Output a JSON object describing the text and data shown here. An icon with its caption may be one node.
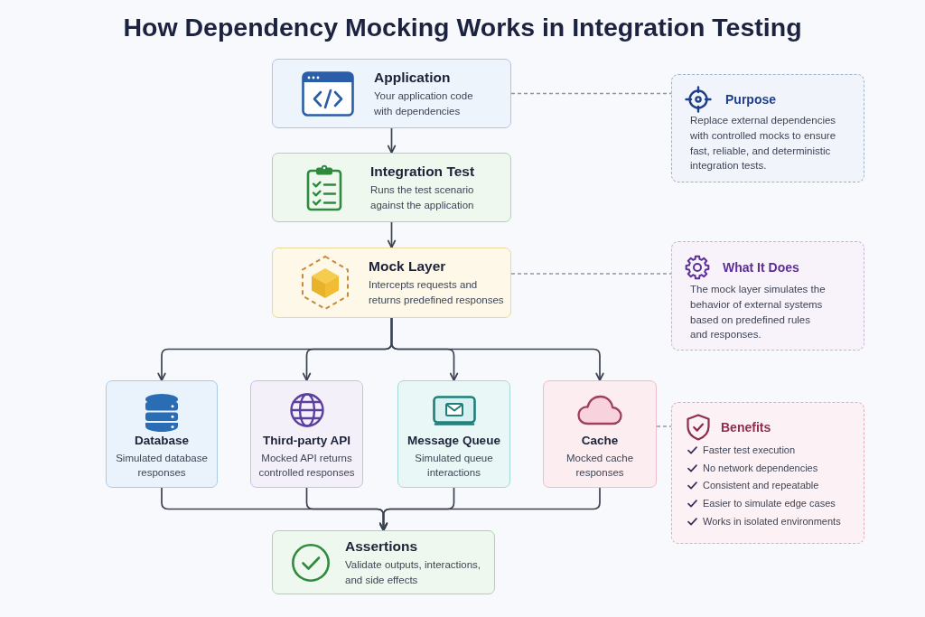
{
  "diagram": {
    "title": "How Dependency Mocking Works in Integration Testing",
    "nodes": [
      {
        "text": [
          "Application",
          "Your application code with dependencies"
        ]
      },
      {
        "text": [
          "Purpose",
          "Replace external dependencies with controlled mocks to ensure fast, reliable, and deterministic integration tests."
        ]
      },
      {
        "text": [
          "Integration Test",
          "Runs the test scenario against the application"
        ]
      },
      {
        "text": [
          "Mock Layer",
          "Intercepts requests and returns predefined responses"
        ]
      },
      {
        "text": [
          "What It Does",
          "The mock layer simulates the behavior of external systems based on predefined rules and responses."
        ]
      },
      {
        "text": [
          "Database",
          "Simulated database responses"
        ]
      },
      {
        "text": [
          "Third-party API",
          "Mocked API returns controlled responses"
        ]
      },
      {
        "text": [
          "Message Queue",
          "Simulated queue interactions"
        ]
      },
      {
        "text": [
          "Cache",
          "Mocked cache responses"
        ]
      },
      {
        "text": [
          "Benefits",
          "Faster test execution",
          "No network dependencies",
          "Consistent and repeatable",
          "Easier to simulate edge cases",
          "Works in isolated environments"
        ]
      },
      {
        "text": [
          "Assertions",
          "Validate outputs, interactions, and side effects"
        ]
      }
    ],
    "edges": [
      {
        "from": 0,
        "to": 2,
        "arrow": "to"
      },
      {
        "from": 2,
        "to": 3,
        "arrow": "to"
      },
      {
        "from": 3,
        "to": 5,
        "arrow": "to"
      },
      {
        "from": 3,
        "to": 6,
        "arrow": "to"
      },
      {
        "from": 3,
        "to": 7,
        "arrow": "to"
      },
      {
        "from": 3,
        "to": 8,
        "arrow": "to"
      },
      {
        "from": 5,
        "to": 10,
        "arrow": "to"
      },
      {
        "from": 6,
        "to": 10,
        "arrow": "to"
      },
      {
        "from": 7,
        "to": 10,
        "arrow": "to"
      },
      {
        "from": 8,
        "to": 10,
        "arrow": "to"
      },
      {
        "from": 0,
        "to": 1,
        "arrow": "none",
        "style": "dashed",
        "color": "#8d97a8"
      },
      {
        "from": 3,
        "to": 4,
        "arrow": "none",
        "style": "dashed",
        "color": "#8d97a8"
      },
      {
        "from": 8,
        "to": 9,
        "arrow": "none",
        "style": "dashed",
        "color": "#8d97a8"
      }
    ]
  }
}
